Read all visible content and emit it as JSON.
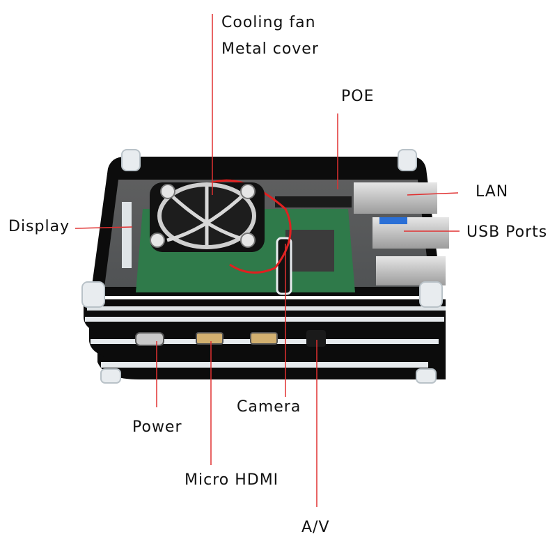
{
  "labels": {
    "cooling_fan": "Cooling fan",
    "metal_cover": "Metal cover",
    "poe": "POE",
    "lan": "LAN",
    "usb_ports": "USB Ports",
    "display": "Display",
    "camera": "Camera",
    "power": "Power",
    "micro_hdmi": "Micro HDMI",
    "av": "A/V"
  },
  "colors": {
    "leader_line": "#e03030",
    "label_text": "#111111",
    "case_black": "#0c0c0c",
    "case_clear": "#e8ecef",
    "board_green": "#2f7a4a",
    "fan_wire": "#e02020"
  },
  "icons": [
    "cooling-fan-icon",
    "fan-guard-icon"
  ]
}
